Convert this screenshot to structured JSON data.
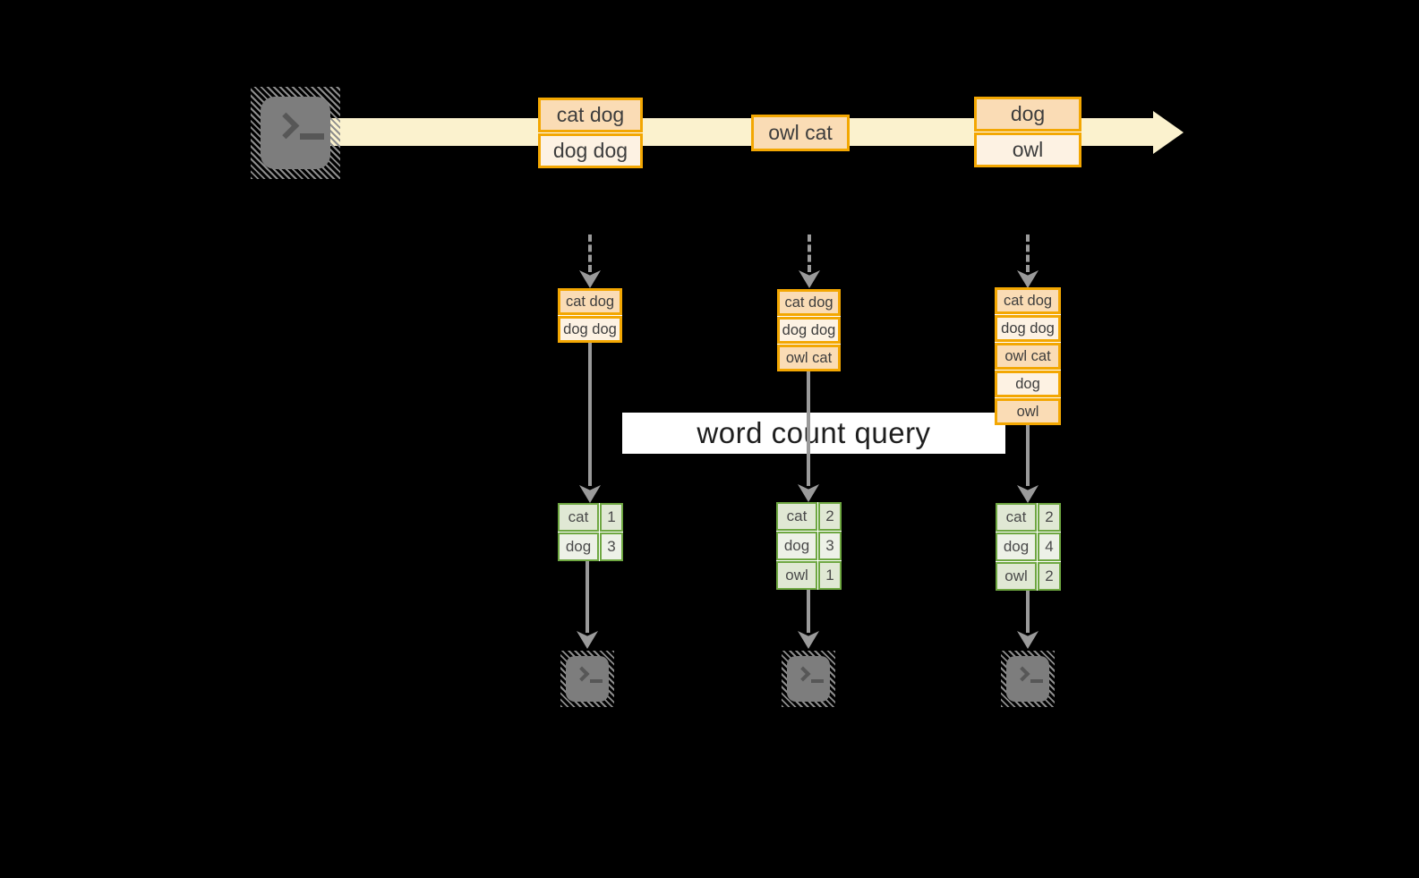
{
  "query_label": "word count query",
  "timeline": {
    "batches": [
      {
        "records": [
          "cat dog",
          "dog dog"
        ]
      },
      {
        "records": [
          "owl cat"
        ]
      },
      {
        "records": [
          "dog",
          "owl"
        ]
      }
    ]
  },
  "columns": [
    {
      "inputs": [
        "cat dog",
        "dog dog"
      ],
      "counts": [
        {
          "word": "cat",
          "count": "1"
        },
        {
          "word": "dog",
          "count": "3"
        }
      ]
    },
    {
      "inputs": [
        "cat dog",
        "dog dog",
        "owl cat"
      ],
      "counts": [
        {
          "word": "cat",
          "count": "2"
        },
        {
          "word": "dog",
          "count": "3"
        },
        {
          "word": "owl",
          "count": "1"
        }
      ]
    },
    {
      "inputs": [
        "cat dog",
        "dog dog",
        "owl cat",
        "dog",
        "owl"
      ],
      "counts": [
        {
          "word": "cat",
          "count": "2"
        },
        {
          "word": "dog",
          "count": "4"
        },
        {
          "word": "owl",
          "count": "2"
        }
      ]
    }
  ],
  "icons": {
    "source": "terminal-icon",
    "sinks": [
      "terminal-icon",
      "terminal-icon",
      "terminal-icon"
    ]
  },
  "colors": {
    "background": "#000000",
    "stream_arrow_fill": "#FBF2CE",
    "record_border": "#F3A702",
    "record_fill_dark": "#FADCB5",
    "record_fill_light": "#FDF2E3",
    "table_border": "#6EA741",
    "table_fill_dark": "#E0E8D4",
    "table_fill_light": "#EDF1E7",
    "flow_arrow": "#9A9A9A",
    "terminal_gray": "#7D7D7D",
    "query_band_bg": "#FFFFFF",
    "query_text": "#1E1E1E"
  }
}
